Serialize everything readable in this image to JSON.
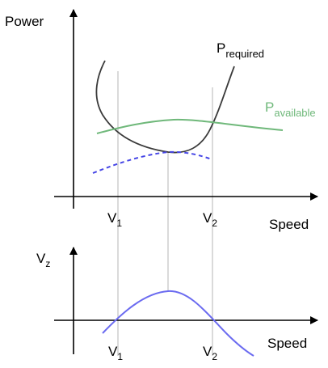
{
  "top_graph": {
    "y_label": "Power",
    "x_label": "Speed",
    "required_label_main": "P",
    "required_label_sub": "required",
    "available_label_main": "P",
    "available_label_sub": "available",
    "v1_main": "V",
    "v1_sub": "1",
    "v2_main": "V",
    "v2_sub": "2"
  },
  "bottom_graph": {
    "y_label_main": "V",
    "y_label_sub": "z",
    "x_label": "Speed",
    "v1_main": "V",
    "v1_sub": "1",
    "v2_main": "V",
    "v2_sub": "2"
  },
  "colors": {
    "required_curve": "#3a3a3a",
    "available_curve": "#6fb87a",
    "dashed_curve": "#4646e6",
    "vz_curve": "#6b6bf0",
    "guide_lines": "#c6c6c6"
  }
}
